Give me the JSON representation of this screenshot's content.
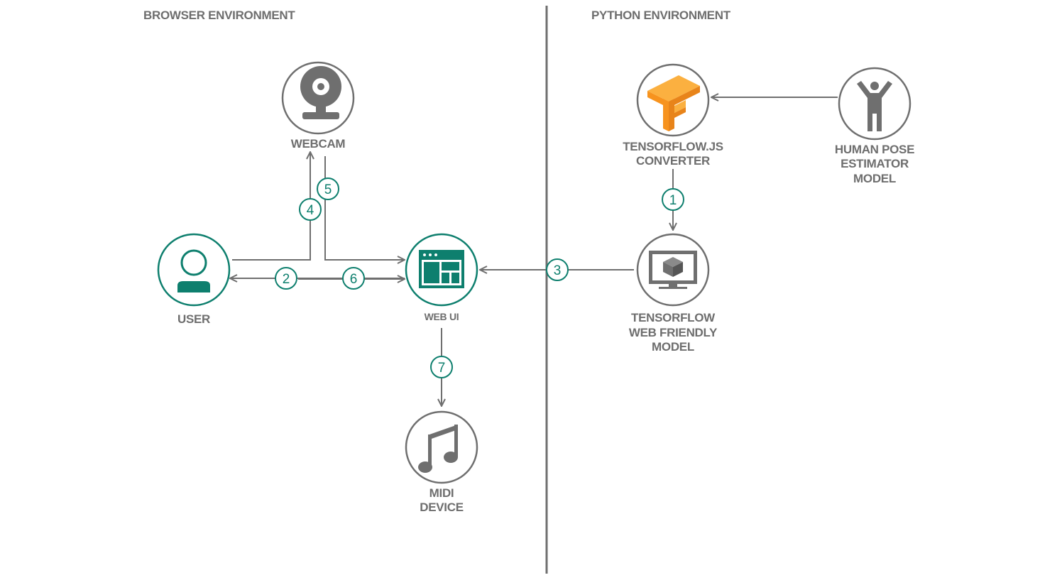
{
  "environments": {
    "browser": "BROWSER ENVIRONMENT",
    "python": "PYTHON ENVIRONMENT"
  },
  "nodes": {
    "webcam": {
      "label": "WEBCAM",
      "icon": "webcam-icon"
    },
    "user": {
      "label": "USER",
      "icon": "user-icon"
    },
    "web_ui": {
      "label": "WEB UI",
      "icon": "browser-window-icon"
    },
    "midi": {
      "label_line1": "MIDI",
      "label_line2": "DEVICE",
      "icon": "music-note-icon"
    },
    "tfjs_converter": {
      "label_line1": "TENSORFLOW.JS",
      "label_line2": "CONVERTER",
      "icon": "tensorflow-logo-icon"
    },
    "pose_model": {
      "label_line1": "HUMAN POSE",
      "label_line2": "ESTIMATOR",
      "label_line3": "MODEL",
      "icon": "human-figure-icon"
    },
    "tf_web_model": {
      "label_line1": "TENSORFLOW",
      "label_line2": "WEB FRIENDLY",
      "label_line3": "MODEL",
      "icon": "monitor-cube-icon"
    }
  },
  "steps": [
    "1",
    "2",
    "3",
    "4",
    "5",
    "6",
    "7"
  ],
  "colors": {
    "accent": "#0e7f6e",
    "gray": "#6f6f6f",
    "tf_orange": "#f7931e",
    "tf_yellow": "#fbb040"
  }
}
